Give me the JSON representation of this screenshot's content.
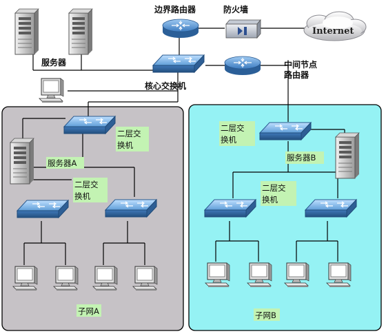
{
  "labels": {
    "border_router": "边界路由器",
    "firewall": "防火墙",
    "internet": "Internet",
    "servers": "服务器",
    "core_switch": "核心交换机",
    "mid_router_line1": "中间节点",
    "mid_router_line2": "路由器",
    "l2_switch_line1": "二层交",
    "l2_switch_line2": "换机",
    "server_a": "服务器A",
    "server_b": "服务器B",
    "subnet_a": "子网A",
    "subnet_b": "子网B"
  },
  "colors": {
    "subnet_a_bg": "#c6c2c6",
    "subnet_b_bg": "#95f2f4",
    "label_box": "#c3f3b3",
    "switch_blue": "#5f9ed8",
    "router_blue": "#4f8fcf"
  }
}
